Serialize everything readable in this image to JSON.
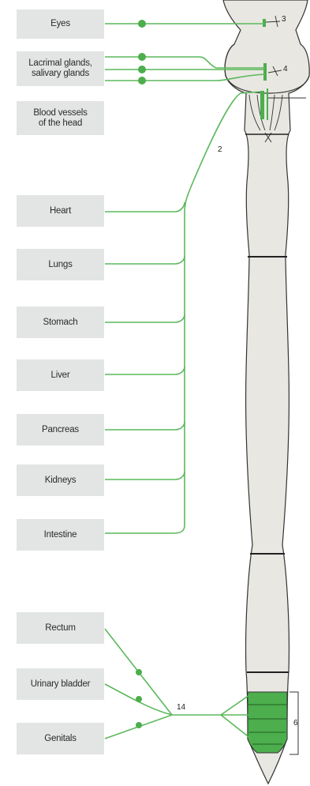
{
  "colors": {
    "nerve": "#5cb85c",
    "segment": "#4cae4c",
    "cord": "#e8e7e1",
    "label_bg": "#e3e4e4"
  },
  "organs": {
    "eyes": "Eyes",
    "lacrimal": "Lacrimal glands,",
    "salivary": "salivary glands",
    "vessels_1": "Blood vessels",
    "vessels_2": "of the head",
    "heart": "Heart",
    "lungs": "Lungs",
    "stomach": "Stomach",
    "liver": "Liver",
    "pancreas": "Pancreas",
    "kidneys": "Kidneys",
    "intestine": "Intestine",
    "rectum": "Rectum",
    "bladder": "Urinary bladder",
    "genitals": "Genitals"
  },
  "numbers": {
    "n3": "3",
    "n4": "4",
    "n2": "2",
    "n14": "14",
    "n6": "6"
  }
}
